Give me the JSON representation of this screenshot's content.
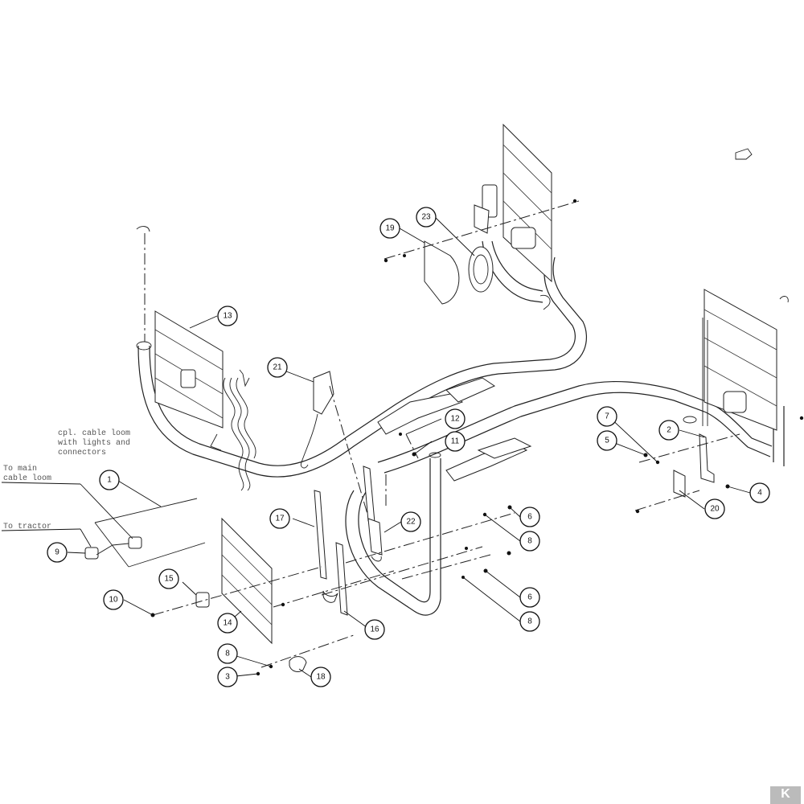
{
  "diagram": {
    "notes": {
      "cable_loom": [
        "cpl. cable loom",
        "with lights and",
        "connectors"
      ],
      "main_loom": [
        "To main",
        "cable loom"
      ],
      "tractor": "To tractor"
    },
    "callouts": [
      {
        "id": "c1",
        "label": "1"
      },
      {
        "id": "c2",
        "label": "2"
      },
      {
        "id": "c3",
        "label": "3"
      },
      {
        "id": "c4",
        "label": "4"
      },
      {
        "id": "c5",
        "label": "5"
      },
      {
        "id": "c6a",
        "label": "6"
      },
      {
        "id": "c6b",
        "label": "6"
      },
      {
        "id": "c7",
        "label": "7"
      },
      {
        "id": "c8a",
        "label": "8"
      },
      {
        "id": "c8b",
        "label": "8"
      },
      {
        "id": "c8c",
        "label": "8"
      },
      {
        "id": "c9",
        "label": "9"
      },
      {
        "id": "c10",
        "label": "10"
      },
      {
        "id": "c11",
        "label": "11"
      },
      {
        "id": "c12",
        "label": "12"
      },
      {
        "id": "c13",
        "label": "13"
      },
      {
        "id": "c14",
        "label": "14"
      },
      {
        "id": "c15",
        "label": "15"
      },
      {
        "id": "c16",
        "label": "16"
      },
      {
        "id": "c17",
        "label": "17"
      },
      {
        "id": "c18",
        "label": "18"
      },
      {
        "id": "c19",
        "label": "19"
      },
      {
        "id": "c20",
        "label": "20"
      },
      {
        "id": "c21",
        "label": "21"
      },
      {
        "id": "c22",
        "label": "22"
      },
      {
        "id": "c23",
        "label": "23"
      }
    ],
    "logo": "K"
  }
}
